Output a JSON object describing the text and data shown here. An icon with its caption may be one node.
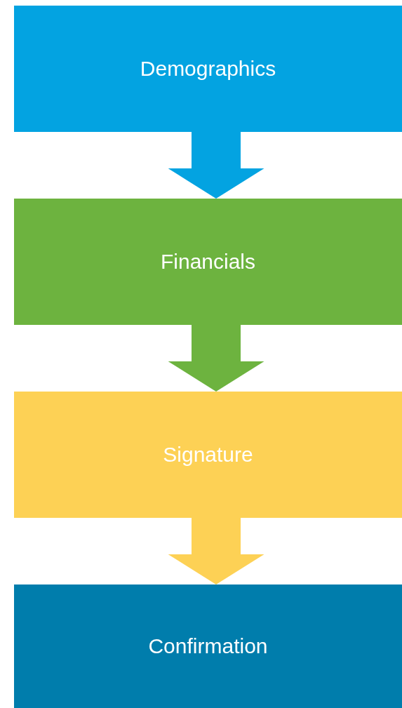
{
  "diagram": {
    "nodes": [
      {
        "text": [
          "Demographics"
        ]
      },
      {
        "text": [
          "Financials"
        ]
      },
      {
        "text": [
          "Signature"
        ]
      },
      {
        "text": [
          "Confirmation"
        ]
      }
    ],
    "edges": [
      {
        "from": 0,
        "to": 1,
        "arrow": "to",
        "color": "#03a3e1"
      },
      {
        "from": 1,
        "to": 2,
        "arrow": "to",
        "color": "#6db33f"
      },
      {
        "from": 2,
        "to": 3,
        "arrow": "to",
        "color": "#fdd155"
      }
    ]
  }
}
